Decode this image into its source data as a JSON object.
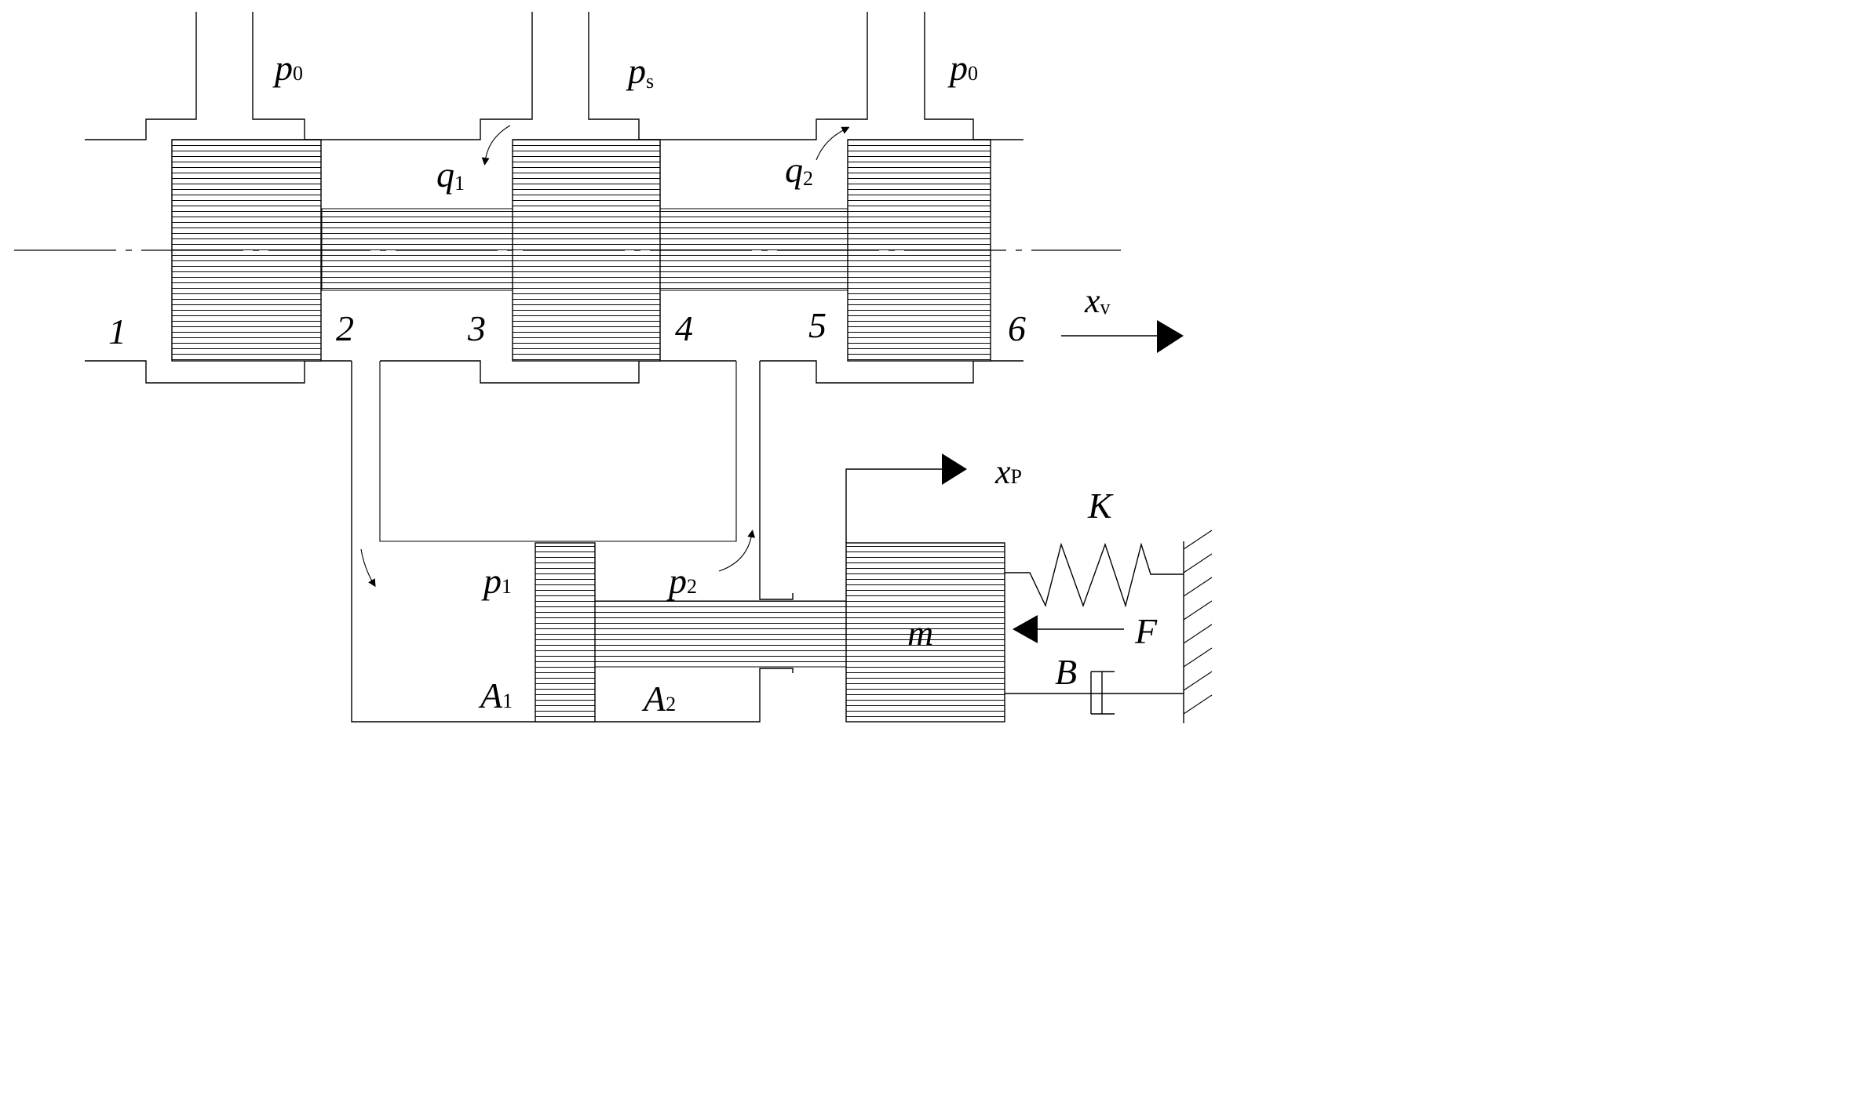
{
  "labels": {
    "p0_left": "p",
    "p0_left_sub": "0",
    "ps": "p",
    "ps_sub": "s",
    "p0_right": "p",
    "p0_right_sub": "0",
    "q1": "q",
    "q1_sub": "1",
    "q2": "q",
    "q2_sub": "2",
    "xv": "x",
    "xv_sub": "v",
    "xp": "x",
    "xp_sub": "P",
    "K": "K",
    "F": "F",
    "B": "B",
    "m": "m",
    "p1": "p",
    "p1_sub": "1",
    "p2": "p",
    "p2_sub": "2",
    "A1": "A",
    "A1_sub": "1",
    "A2": "A",
    "A2_sub": "2"
  },
  "chambers": [
    "1",
    "2",
    "3",
    "4",
    "5",
    "6"
  ]
}
